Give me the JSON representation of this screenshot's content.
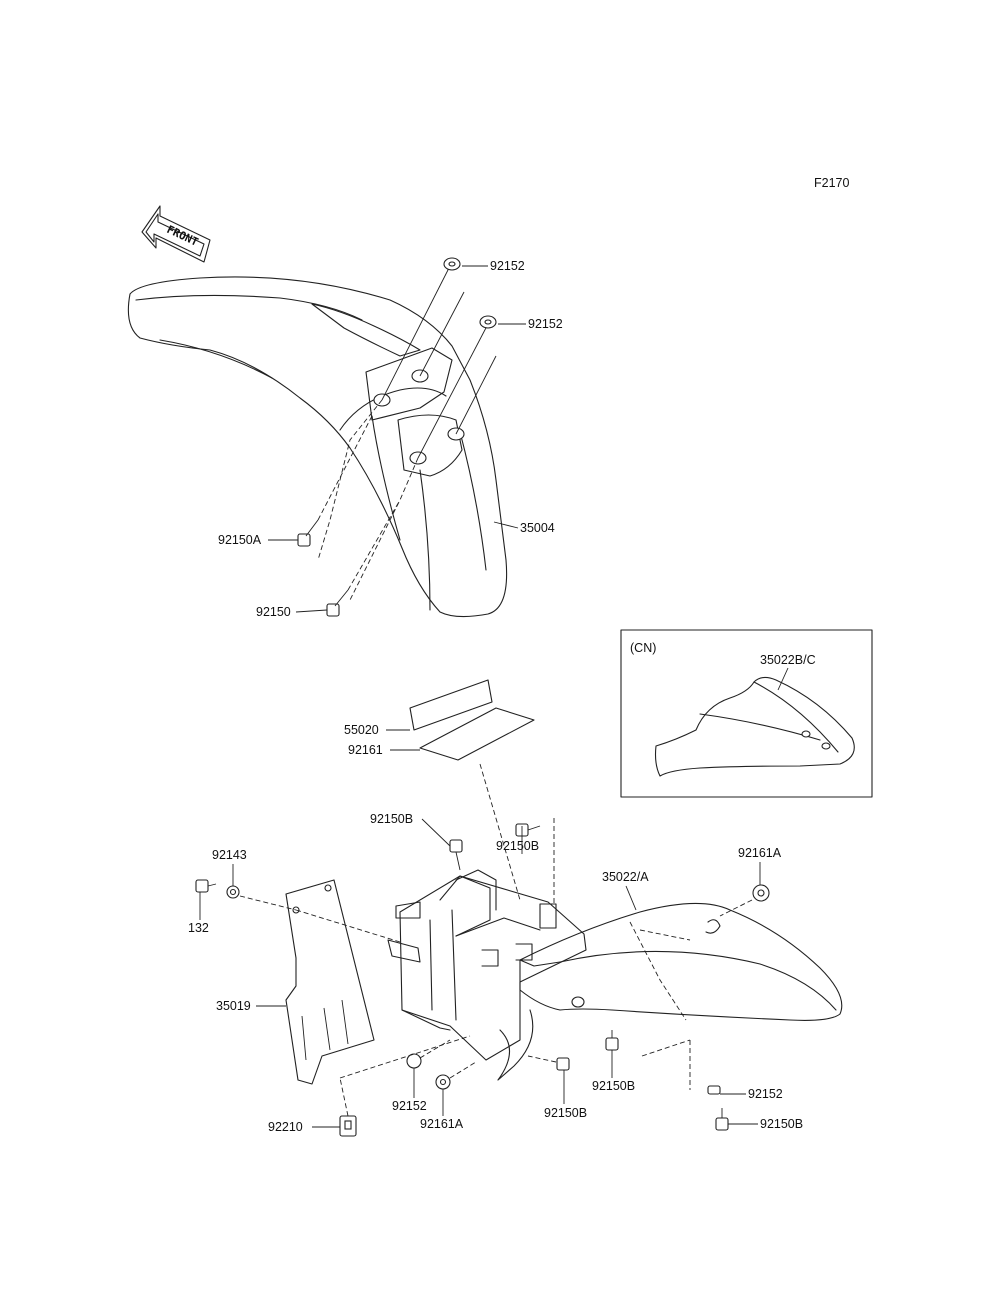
{
  "figure_id": "F2170",
  "front_arrow_label": "FRONT",
  "inset": {
    "tag": "(CN)",
    "part": "35022B/C"
  },
  "parts": {
    "p92152_a": "92152",
    "p92152_b": "92152",
    "p35004": "35004",
    "p92150A": "92150A",
    "p92150": "92150",
    "p55020": "55020",
    "p92161": "92161",
    "p92150B_top": "92150B",
    "p92150B_top2": "92150B",
    "p92143": "92143",
    "p132": "132",
    "p35022A": "35022/A",
    "p92161A_right": "92161A",
    "p35019": "35019",
    "p92152_c": "92152",
    "p92161A_bottom": "92161A",
    "p92150B_mid": "92150B",
    "p92150B_bottom": "92150B",
    "p92152_d": "92152",
    "p92150B_right": "92150B",
    "p92210": "92210"
  }
}
